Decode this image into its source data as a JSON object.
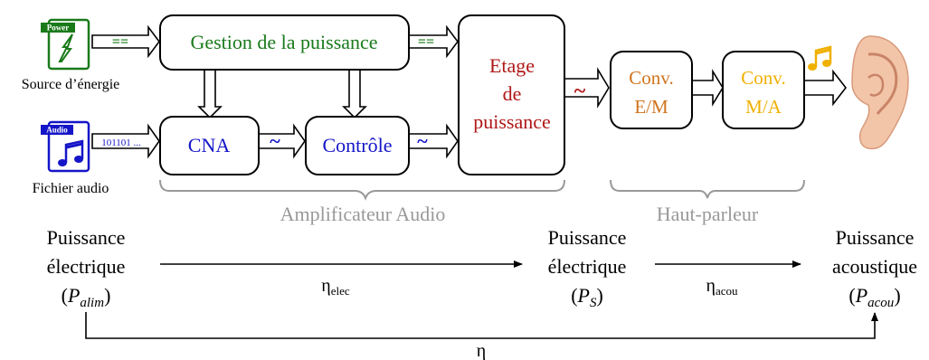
{
  "sources": {
    "power": {
      "badge": "Power",
      "caption": "Source d’énergie",
      "color": "#1a7a1a"
    },
    "audio": {
      "badge": "Audio",
      "caption": "Fichier audio",
      "color": "#1515c8"
    }
  },
  "blocks": {
    "gestion": {
      "label": "Gestion de la puissance",
      "color": "#1a7a1a"
    },
    "cna": {
      "label": "CNA",
      "color": "#1515c8"
    },
    "controle": {
      "label": "Contrôle",
      "color": "#1515c8"
    },
    "etage": {
      "lines": [
        "Etage",
        "de",
        "puissance"
      ],
      "color": "#b01818"
    },
    "conv_em": {
      "lines": [
        "Conv.",
        "E/M"
      ],
      "color": "#d0741e"
    },
    "conv_ma": {
      "lines": [
        "Conv.",
        "M/A"
      ],
      "color": "#f0b000"
    }
  },
  "signals": {
    "dc": "==",
    "ac": "~",
    "bits": "101101 ..."
  },
  "groups": {
    "amplificateur": "Amplificateur Audio",
    "haut_parleur": "Haut-parleur"
  },
  "powers": {
    "p_alim": {
      "lines": [
        "Puissance",
        "électrique"
      ],
      "symbol": "P",
      "sub": "alim"
    },
    "p_s": {
      "lines": [
        "Puissance",
        "électrique"
      ],
      "symbol": "P",
      "sub": "S"
    },
    "p_acou": {
      "lines": [
        "Puissance",
        "acoustique"
      ],
      "symbol": "P",
      "sub": "acou"
    }
  },
  "efficiencies": {
    "elec": {
      "symbol": "η",
      "sub": "elec"
    },
    "acou": {
      "symbol": "η",
      "sub": "acou"
    },
    "total": {
      "symbol": "η"
    }
  },
  "colors": {
    "gray": "#999999",
    "black": "#000000",
    "ear": "#f3c5a8"
  }
}
